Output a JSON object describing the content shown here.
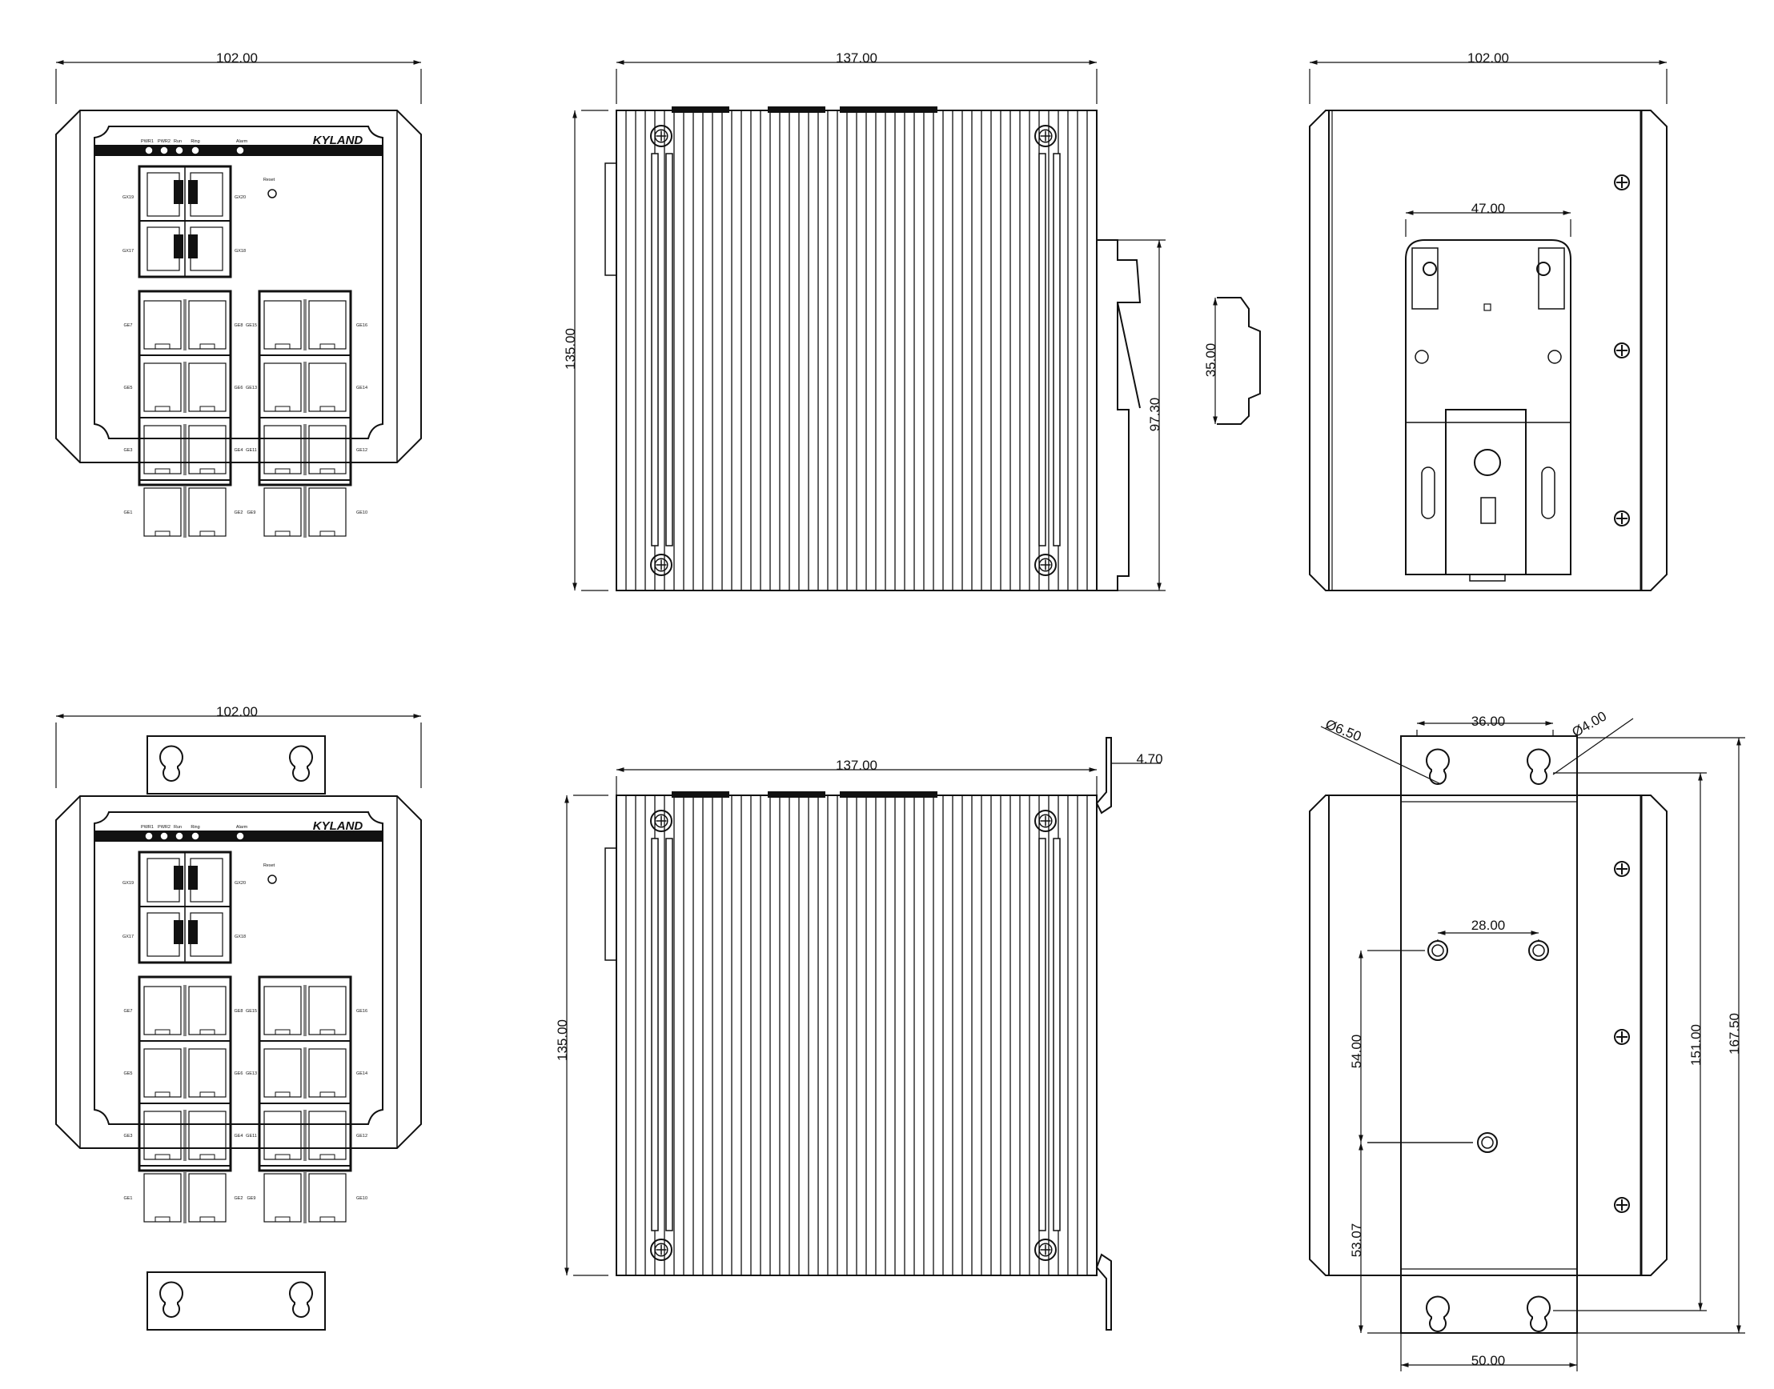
{
  "front_view": {
    "width_dim": "102.00",
    "logo": "KYLAND",
    "led_labels": [
      "PWR1",
      "PWR2",
      "Run",
      "Ring"
    ],
    "alarm_label": "Alarm",
    "reset_label": "Reset",
    "sfp_labels": {
      "tl": "GX19",
      "tr": "GX20",
      "bl": "GX17",
      "br": "GX18"
    },
    "port_labels_left": [
      "GE7",
      "GE5",
      "GE3",
      "GE1"
    ],
    "port_labels_mid_a": [
      "GE8",
      "GE6",
      "GE4",
      "GE2"
    ],
    "port_labels_mid_b": [
      "GE15",
      "GE13",
      "GE11",
      "GE9"
    ],
    "port_labels_right": [
      "GE16",
      "GE14",
      "GE12",
      "GE10"
    ]
  },
  "side_view": {
    "width_dim": "137.00",
    "height_dim": "135.00",
    "rail_height_dim": "97.30"
  },
  "rail_profile": {
    "height_dim": "35.00"
  },
  "back_view": {
    "width_dim": "102.00",
    "clip_width_dim": "47.00"
  },
  "side_view_wall": {
    "width_dim": "137.00",
    "height_dim": "135.00",
    "plate_dim": "4.70"
  },
  "back_view_wall": {
    "hole_large_dim": "Ø6.50",
    "hole_small_dim": "Ø4.00",
    "top_spacing_dim": "36.00",
    "mid_spacing_dim": "28.00",
    "vert_upper_dim": "54.00",
    "vert_lower_dim": "53.07",
    "bottom_spacing_dim": "50.00",
    "inner_height_dim": "151.00",
    "outer_height_dim": "167.50"
  }
}
